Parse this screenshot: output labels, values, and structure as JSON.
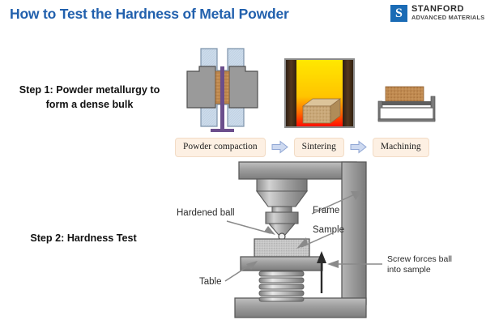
{
  "header": {
    "title": "How to Test the Hardness of Metal Powder",
    "title_color": "#2160AD",
    "logo": {
      "mark_letter": "S",
      "mark_color": "#1A6BB5",
      "line1": "STANFORD",
      "line2": "ADVANCED MATERIALS"
    }
  },
  "steps": {
    "step1": {
      "line1": "Step 1: Powder metallurgy to",
      "line2": "form a dense bulk"
    },
    "step2": {
      "label": "Step 2: Hardness Test"
    }
  },
  "flow": {
    "boxes": [
      {
        "label": "Powder compaction"
      },
      {
        "label": "Sintering"
      },
      {
        "label": "Machining"
      }
    ],
    "arrow_fill": "#CDD9F0",
    "arrow_stroke": "#8FA6D4",
    "box_fill": "#FDF0E3"
  },
  "figures": {
    "compaction": {
      "name": "powder-compaction-die-diagram",
      "die_color": "#C7D7E8",
      "punch_color": "#9A9A9A",
      "powder_color": "#C08A50",
      "rod_color": "#6B4E8C"
    },
    "sintering": {
      "name": "sintering-furnace-diagram",
      "wall_color": "#4A3423",
      "hot_top": "#FFE600",
      "hot_bottom": "#FF1A00",
      "billet_color": "#C9A878"
    },
    "machining": {
      "name": "machining-fixture-diagram",
      "frame_color": "#6E6E6E",
      "billet_color": "#C08A50"
    },
    "hardness": {
      "name": "hardness-tester-diagram",
      "frame_color": "#8C8C8C",
      "sample_color": "#C9C9C9",
      "annotations": [
        {
          "id": "hardened-ball",
          "text": "Hardened ball"
        },
        {
          "id": "frame",
          "text": "Frame"
        },
        {
          "id": "sample",
          "text": "Sample"
        },
        {
          "id": "table",
          "text": "Table"
        },
        {
          "id": "screw-force",
          "line1": "Screw forces ball",
          "line2": "into sample"
        }
      ]
    }
  }
}
